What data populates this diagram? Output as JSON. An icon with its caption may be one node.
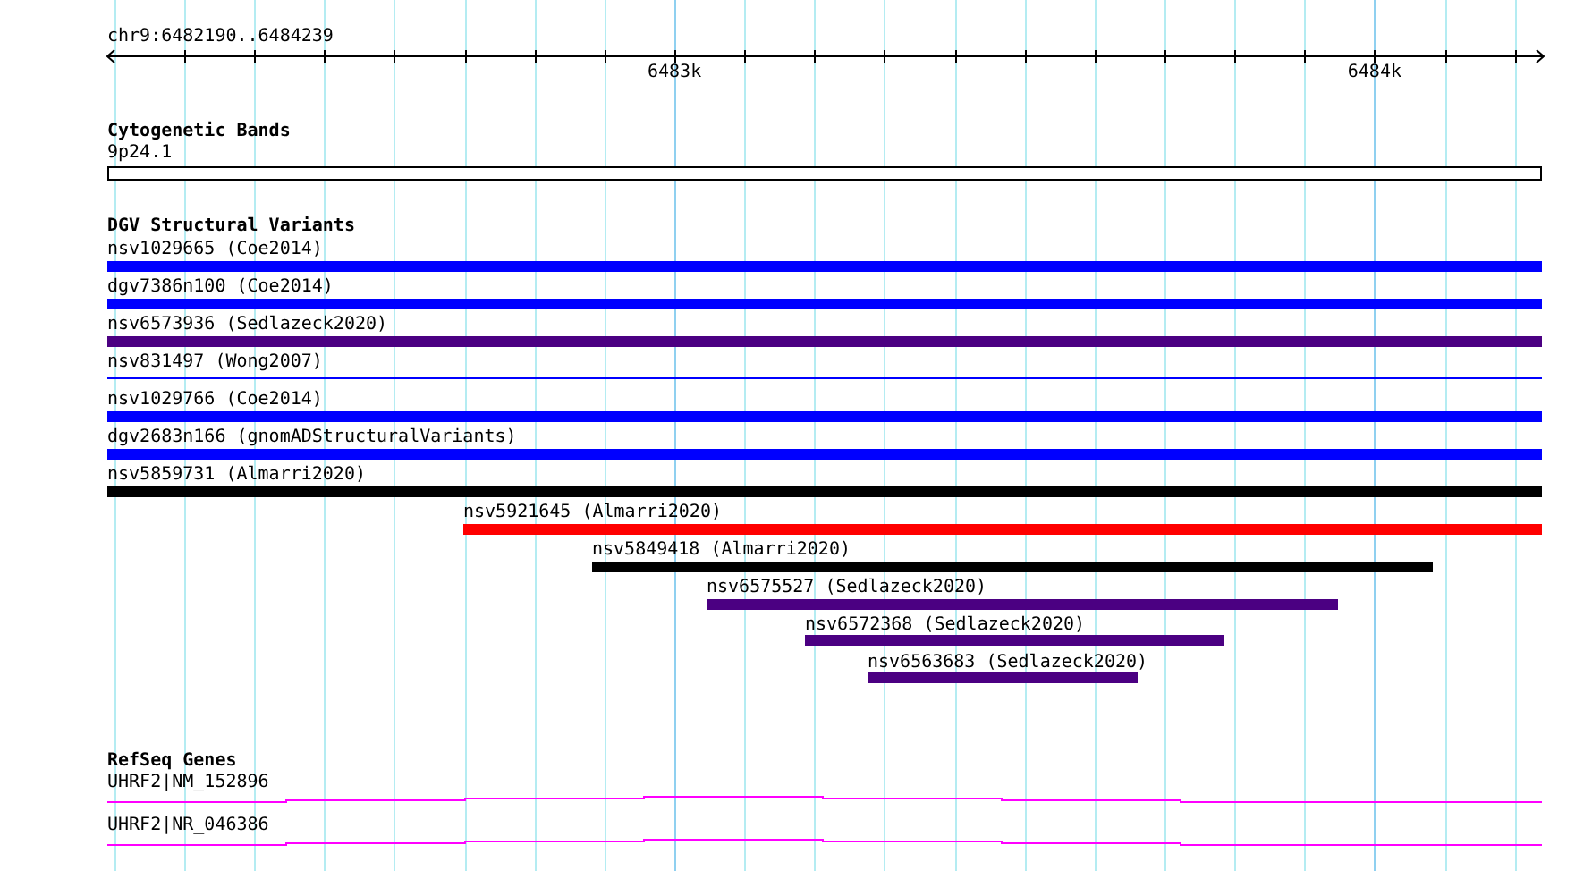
{
  "diagram": {
    "nodes": [
      {
        "text": [
          "9p24.1"
        ]
      },
      {
        "text": [
          "nsv1029665 (Coe2014)"
        ]
      },
      {
        "text": [
          "dgv7386n100 (Coe2014)"
        ]
      },
      {
        "text": [
          "nsv6573936 (Sedlazeck2020)"
        ]
      },
      {
        "text": [
          "nsv831497 (Wong2007)"
        ]
      },
      {
        "text": [
          "nsv1029766 (Coe2014)"
        ]
      },
      {
        "text": [
          "dgv2683n166 (gnomADStructuralVariants)"
        ]
      },
      {
        "text": [
          "nsv5859731 (Almarri2020)"
        ]
      },
      {
        "text": [
          "nsv5921645 (Almarri2020)"
        ]
      },
      {
        "text": [
          "nsv5849418 (Almarri2020)"
        ]
      },
      {
        "text": [
          "nsv6575527 (Sedlazeck2020)"
        ]
      },
      {
        "text": [
          "nsv6572368 (Sedlazeck2020)"
        ]
      },
      {
        "text": [
          "nsv6563683 (Sedlazeck2020)"
        ]
      },
      {
        "text": [
          "UHRF2|NM_152896"
        ]
      },
      {
        "text": [
          "UHRF2|NR_046386"
        ]
      }
    ],
    "labels": [
      "chr9:6482190..6484239",
      "6483k",
      "6484k",
      "Cytogenetic Bands",
      "DGV Structural Variants",
      "RefSeq Genes"
    ]
  }
}
